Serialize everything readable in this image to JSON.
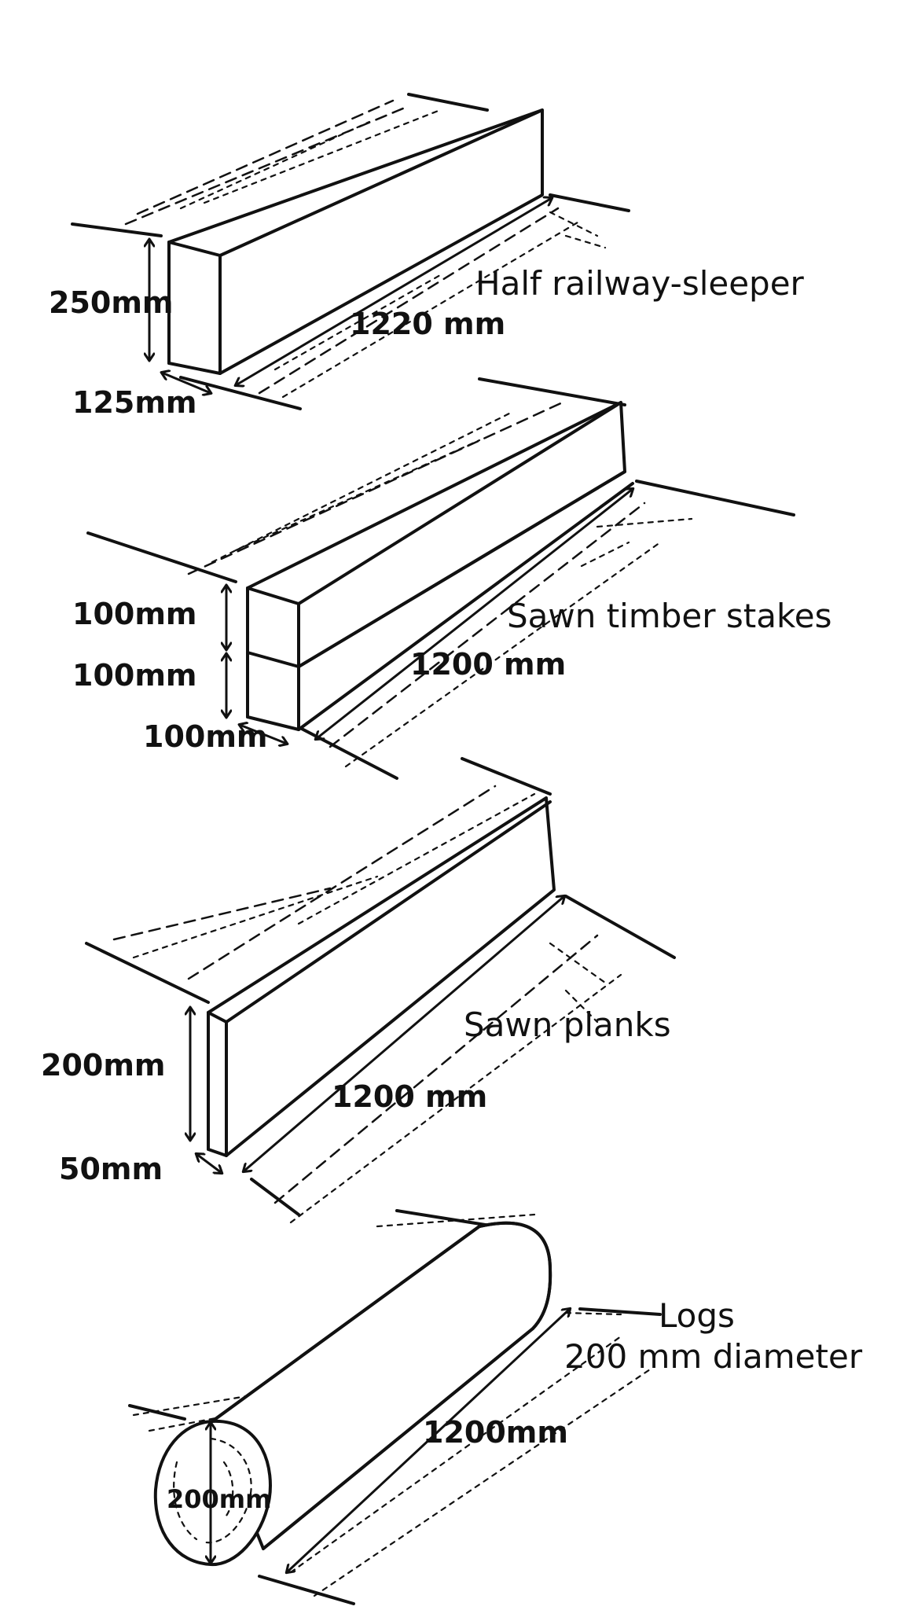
{
  "sleeper": {
    "name": "Half railway-sleeper",
    "height": "250mm",
    "width": "125mm",
    "length": "1220 mm"
  },
  "stakes": {
    "name": "Sawn timber stakes",
    "height_top": "100mm",
    "height_bottom": "100mm",
    "width": "100mm",
    "length": "1200 mm"
  },
  "planks": {
    "name": "Sawn planks",
    "height": "200mm",
    "thickness": "50mm",
    "length": "1200 mm"
  },
  "logs": {
    "name": "Logs",
    "diameter_note": "200 mm diameter",
    "end_diameter": "200mm",
    "length": "1200mm"
  }
}
